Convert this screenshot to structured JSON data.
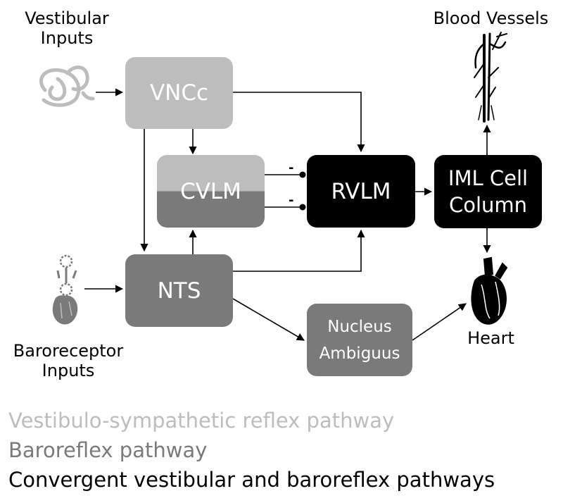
{
  "nodes": {
    "vncc": "VNCc",
    "cvlm": "CVLM",
    "rvlm": "RVLM",
    "iml": "IML Cell\nColumn",
    "nts": "NTS",
    "nucleus_ambiguus": "Nucleus\nAmbiguus"
  },
  "labels": {
    "vestibular_inputs": "Vestibular\nInputs",
    "baroreceptor_inputs": "Baroreceptor\nInputs",
    "blood_vessels": "Blood Vessels",
    "heart": "Heart",
    "inhibitory_mark_1": "-",
    "inhibitory_mark_2": "-"
  },
  "legend": {
    "vestibular": "Vestibulo-sympathetic reflex pathway",
    "baroreflex": "Baroreflex pathway",
    "convergent": "Convergent vestibular and baroreflex pathways"
  },
  "colors": {
    "vestibular": "#bdbdbd",
    "baroreflex": "#7a7a7a",
    "convergent": "#000000"
  },
  "icons": {
    "vestibular": "inner-ear-icon",
    "baroreceptor": "baroreceptor-heart-icon",
    "blood_vessels": "blood-vessels-icon",
    "heart": "heart-icon"
  }
}
